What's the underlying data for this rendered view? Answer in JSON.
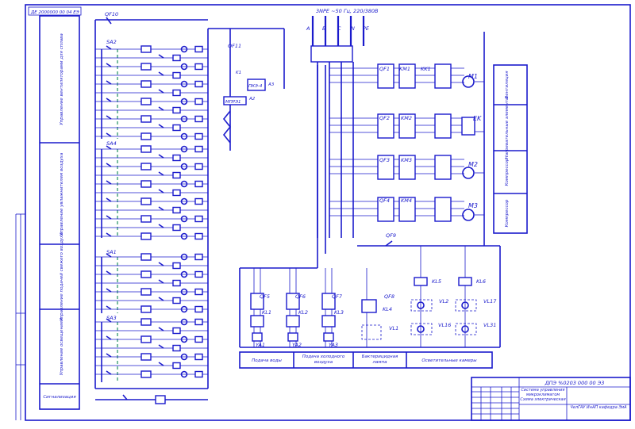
{
  "colors": {
    "line": "#1a1acc",
    "dashed_accent": "#1f8f5f",
    "background": "#ffffff"
  },
  "stamp_top": "ДЕ 2000000 00 04 ЕЭ",
  "supply": "3NPE ~50 Гц, 220/380В",
  "bus_labels": [
    "A",
    "B",
    "C",
    "N",
    "PE"
  ],
  "breakers": {
    "qf10": "QF10",
    "qf11": "QF11",
    "qf1": "QF1",
    "qf2": "QF2",
    "qf3": "QF3",
    "qf4": "QF4",
    "qf5": "QF5",
    "qf6": "QF6",
    "qf7": "QF7",
    "qf8": "QF8",
    "qf9": "QF9"
  },
  "contactors": {
    "km1": "KM1",
    "km2": "KM2",
    "km3": "KM3",
    "km4": "KM4",
    "kk1": "KK1",
    "kl1": "KL1",
    "kl2": "KL2",
    "kl3": "KL3",
    "kl4": "KL4",
    "kl5": "KL5",
    "kl6": "KL6"
  },
  "motors": {
    "m1": "M1",
    "m2": "M2",
    "m3": "M3",
    "ek": "EK"
  },
  "switches": {
    "sa1": "SA1",
    "sa2": "SA2",
    "sa3": "SA3",
    "sa4": "SA4"
  },
  "relay_block": {
    "label": "МПРЭ1",
    "pk": "ПКЭ-4",
    "k1": "K1",
    "a3": "A3",
    "a2": "A2"
  },
  "valves": {
    "ya1": "YA1",
    "ya2": "YA2",
    "ya3": "YA3"
  },
  "lamps": {
    "vl1": "VL1",
    "vl2": "VL2",
    "vl16": "VL16",
    "vl17": "VL17",
    "vl31": "VL31"
  },
  "bottom_labels": [
    "Подача воды",
    "Подача холодного воздуха",
    "Бактерицидная лампа",
    "Осветительные камеры"
  ],
  "left_sections": [
    "Управление вентиляторами для сплава",
    "Управление увлажнителем воздуха",
    "Управление подачей свежего воздуха",
    "Управление освещением",
    "Сигнализация"
  ],
  "right_sections": [
    "Вентиляция",
    "Нагревательные элементы",
    "Компрессор",
    "Компрессор"
  ],
  "title_block": {
    "code": "ДПЭ %0203 000 00 Э3",
    "name": "Система управления микроклиматом Схема электрическая",
    "org": "ЧелГАУ ИнАП кафедра ЭиА"
  }
}
